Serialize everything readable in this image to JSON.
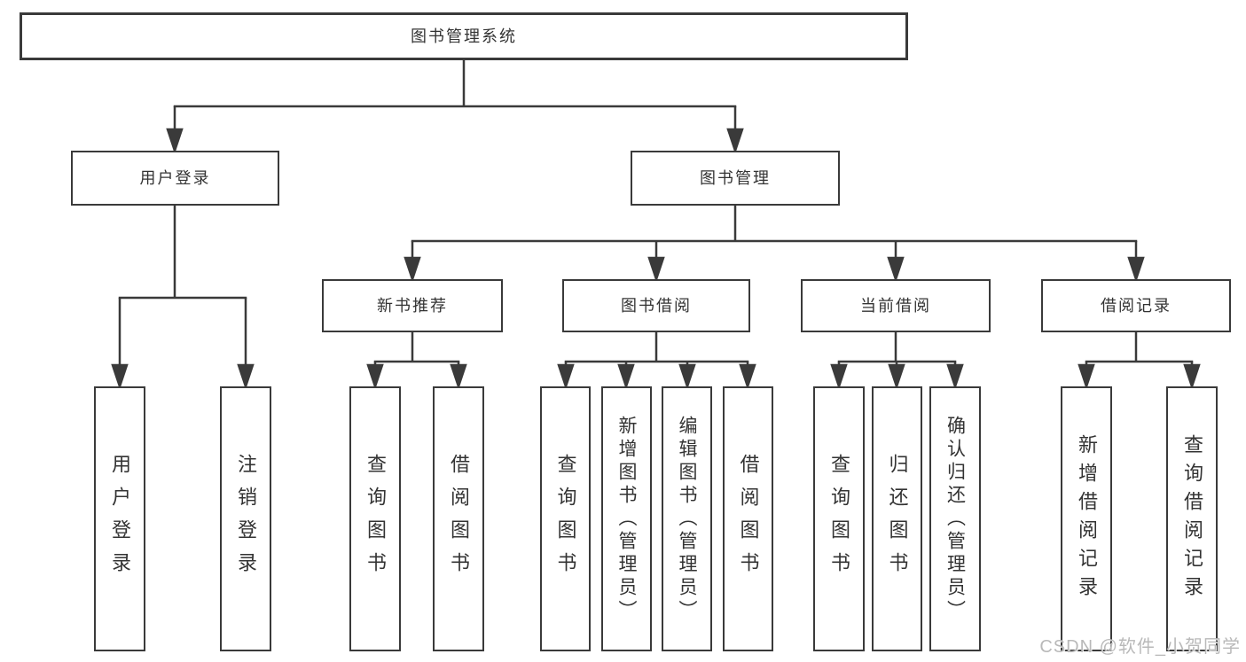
{
  "diagram": {
    "root": {
      "label": "图书管理系统"
    },
    "branches": [
      {
        "label": "用户登录",
        "children": [
          {
            "label": "用户登录"
          },
          {
            "label": "注销登录"
          }
        ]
      },
      {
        "label": "图书管理",
        "groups": [
          {
            "label": "新书推荐",
            "children": [
              {
                "label": "查询图书"
              },
              {
                "label": "借阅图书"
              }
            ]
          },
          {
            "label": "图书借阅",
            "children": [
              {
                "label": "查询图书"
              },
              {
                "label": "新增图书（管理员）"
              },
              {
                "label": "编辑图书（管理员）"
              },
              {
                "label": "借阅图书"
              }
            ]
          },
          {
            "label": "当前借阅",
            "children": [
              {
                "label": "查询图书"
              },
              {
                "label": "归还图书"
              },
              {
                "label": "确认归还（管理员）"
              }
            ]
          },
          {
            "label": "借阅记录",
            "children": [
              {
                "label": "新增借阅记录"
              },
              {
                "label": "查询借阅记录"
              }
            ]
          }
        ]
      }
    ]
  },
  "watermark": {
    "text": "CSDN @软件_小贺同学"
  },
  "colors": {
    "background": "#ffffff",
    "line": "#3a3a3a",
    "box_border": "#3a3a3a",
    "text": "#333333",
    "watermark": "#b9b9b9"
  }
}
